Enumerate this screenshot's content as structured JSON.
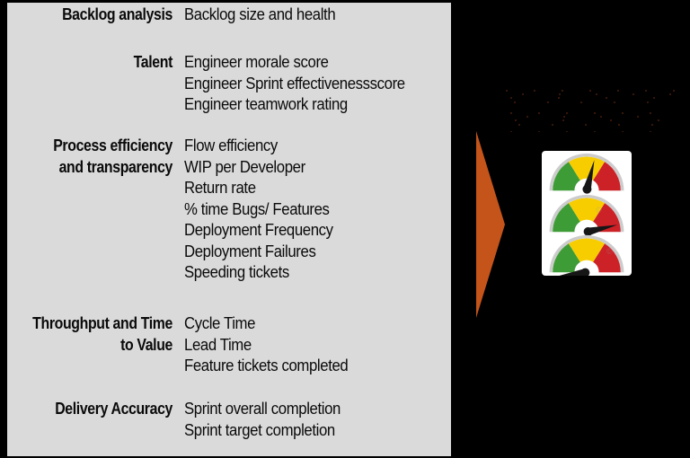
{
  "canvas": {
    "bg": "#000000"
  },
  "panel": {
    "bg": "#dadada",
    "text_color": "#0a0a0a",
    "groups": [
      {
        "category_lines": [
          "Backlog analysis"
        ],
        "metrics": [
          "Backlog size and health"
        ]
      },
      {
        "category_lines": [
          "Talent"
        ],
        "metrics": [
          "Engineer morale score",
          "Engineer Sprint effectivenessscore",
          "Engineer teamwork rating"
        ]
      },
      {
        "category_lines": [
          "Process efficiency",
          "and transparency"
        ],
        "metrics": [
          "Flow efficiency",
          "WIP per Developer",
          "Return rate",
          "% time Bugs/ Features",
          "Deployment Frequency",
          "Deployment Failures",
          "Speeding tickets"
        ]
      },
      {
        "category_lines": [
          "Throughput and Time",
          "to Value"
        ],
        "metrics": [
          "Cycle Time",
          "Lead Time",
          "Feature tickets completed"
        ]
      },
      {
        "category_lines": [
          "Delivery Accuracy"
        ],
        "metrics": [
          "Sprint overall completion",
          "Sprint target completion"
        ]
      }
    ]
  },
  "arrow": {
    "color": "#c4541a",
    "direction": "right"
  },
  "caption": {
    "obscured": true,
    "line_count": 2,
    "speckle_color": "#d85a1e"
  },
  "dashboard": {
    "card_bg": "#ffffff",
    "watermark_glyph": "©",
    "segment_colors": {
      "green": "#3e9c36",
      "yellow": "#f8cd00",
      "red": "#cc2127"
    },
    "rim_color": "#cccccc",
    "needle_color": "#161616",
    "gauges": [
      {
        "needle_angle_deg": -76
      },
      {
        "needle_angle_deg": -13
      },
      {
        "needle_angle_deg": 172
      }
    ]
  }
}
